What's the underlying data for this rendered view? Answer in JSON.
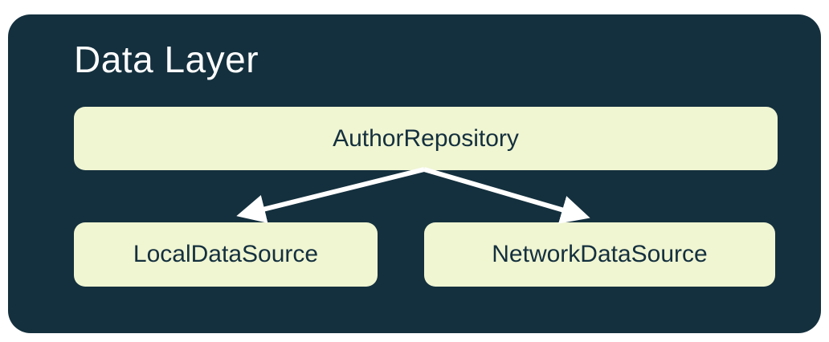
{
  "diagram": {
    "title": "Data Layer",
    "nodes": {
      "repository": {
        "label": "AuthorRepository"
      },
      "local": {
        "label": "LocalDataSource"
      },
      "network": {
        "label": "NetworkDataSource"
      }
    },
    "edges": [
      {
        "from": "AuthorRepository",
        "to": "LocalDataSource"
      },
      {
        "from": "AuthorRepository",
        "to": "NetworkDataSource"
      }
    ]
  },
  "colors": {
    "page_background": "#ffffff",
    "container": "#14303e",
    "node_fill": "#f0f5d2",
    "node_text": "#14303e",
    "title_text": "#fdfdfd",
    "arrow": "#ffffff"
  }
}
